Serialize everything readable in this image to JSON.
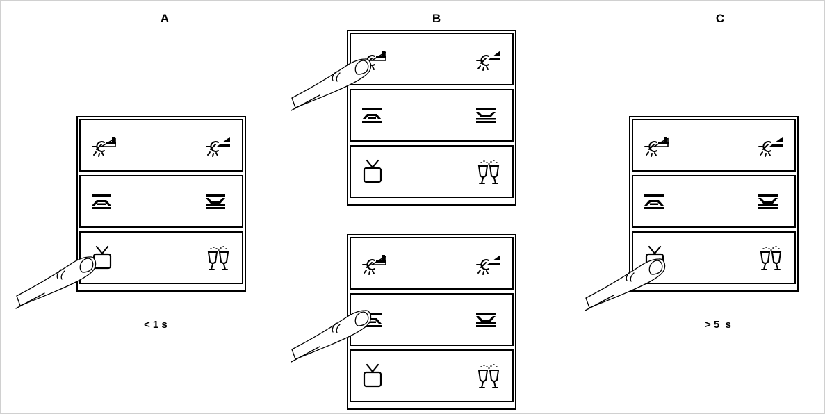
{
  "columns": [
    {
      "label": "A",
      "caption": "< 1 s"
    },
    {
      "label": "B",
      "caption": ""
    },
    {
      "label": "C",
      "caption": "> 5  s"
    }
  ],
  "keys": [
    {
      "left_icon": "light-dimmer-up-icon",
      "right_icon": "light-dimmer-down-icon"
    },
    {
      "left_icon": "blind-up-icon",
      "right_icon": "blind-down-icon"
    },
    {
      "left_icon": "tv-scene-icon",
      "right_icon": "party-glasses-scene-icon"
    }
  ],
  "colors": {
    "line": "#000000",
    "background": "#ffffff"
  }
}
